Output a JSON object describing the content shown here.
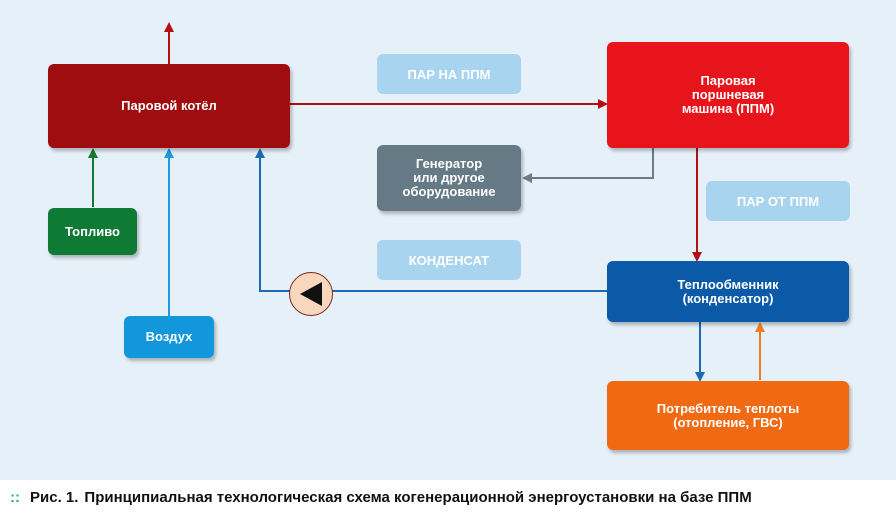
{
  "colors": {
    "background": "#e6f0f8",
    "boiler": "#a00d10",
    "steam_engine": "#e8141b",
    "generator": "#667a86",
    "heat_exchanger": "#0a5aa8",
    "consumer": "#ef6a12",
    "fuel": "#0e7a33",
    "air": "#1296dc",
    "flow_label": "#a9d4ef",
    "arrow_steam": "#b40f14",
    "arrow_water": "#1a6ab4",
    "arrow_fuel": "#147a33",
    "arrow_air": "#1b9be0",
    "arrow_heat": "#f07c20",
    "arrow_gray": "#6a7c88"
  },
  "diagram": {
    "boxes": {
      "boiler": "Паровой котёл",
      "steam_engine": "Паровая\nпоршневая\nмашина (ППМ)",
      "generator": "Генератор\nили другое\nоборудование",
      "heat_exchanger": "Теплообменник\n(конденсатор)",
      "consumer": "Потребитель теплоты\n(отопление, ГВС)",
      "fuel": "Топливо",
      "air": "Воздух"
    },
    "flow_labels": {
      "steam_to_engine": "ПАР НА ППМ",
      "steam_from_engine": "ПАР ОТ ППМ",
      "condensate": "КОНДЕНСАТ"
    },
    "pump_icon": "pump-icon"
  },
  "caption": {
    "bullet": "::",
    "number": "Рис. 1.",
    "text": "Принципиальная технологическая схема когенерационной энергоустановки на базе ППМ"
  }
}
